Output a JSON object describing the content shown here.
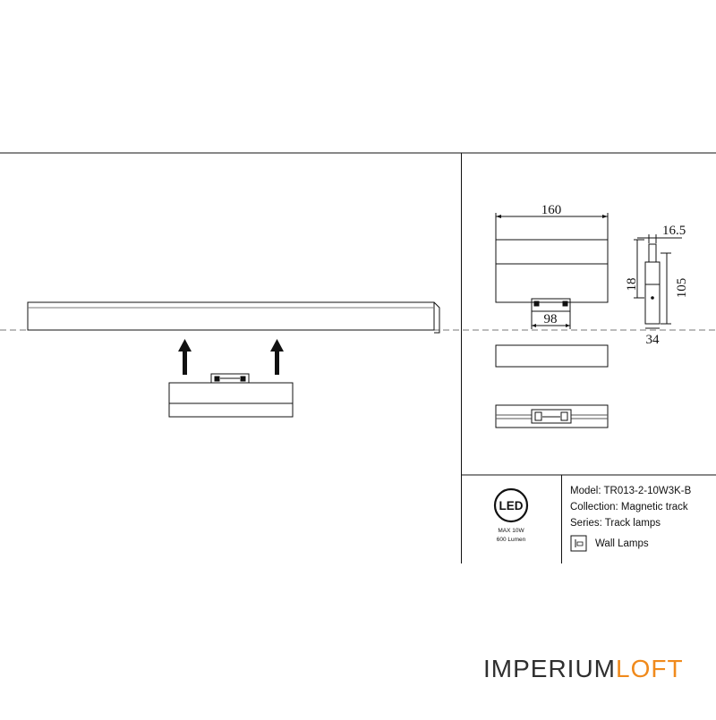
{
  "dimensions": {
    "width": "160",
    "depth": "16.5",
    "height_small": "18",
    "height_total": "105",
    "connector": "98",
    "base": "34"
  },
  "led_badge": {
    "label": "LED",
    "max_power": "MAX 10W",
    "lumen": "600 Lumen"
  },
  "info": {
    "model": "Model: TR013-2-10W3K-B",
    "collection": "Collection: Magnetic track",
    "series": "Series: Track lamps",
    "category": "Wall Lamps"
  },
  "brand": {
    "part1": "IMPERIUM",
    "part2": "LOFT",
    "color_part1": "#2f2f2f",
    "color_part2": "#f08a1c"
  }
}
